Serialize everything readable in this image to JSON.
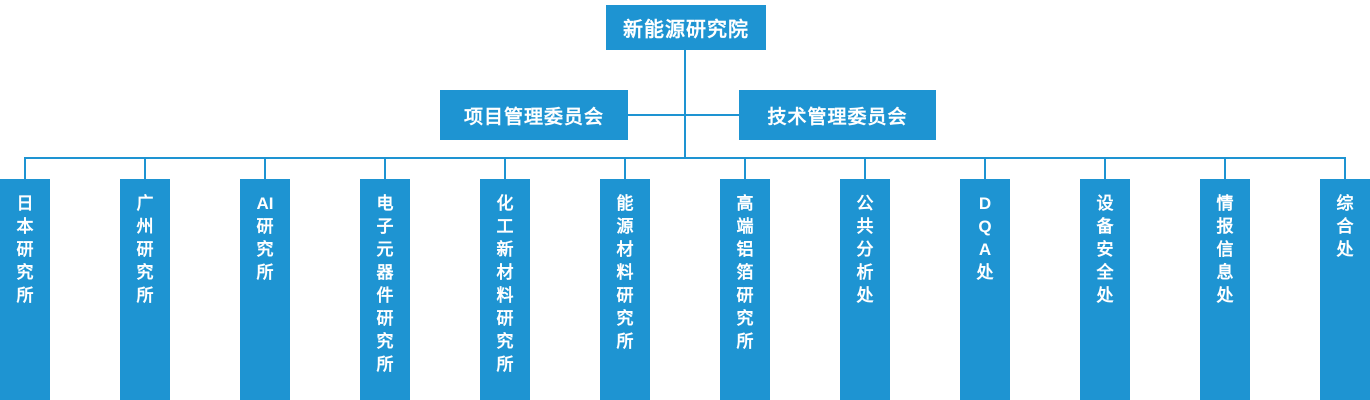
{
  "colors": {
    "accent": "#1e94d2",
    "text_on_accent": "#ffffff",
    "background": "#ffffff"
  },
  "org": {
    "root": {
      "label": "新能源研究院"
    },
    "committees": [
      {
        "label": "项目管理委员会"
      },
      {
        "label": "技术管理委员会"
      }
    ],
    "children": [
      {
        "label": "日本研究所",
        "lines": [
          "日",
          "本",
          "研",
          "究",
          "所"
        ]
      },
      {
        "label": "广州研究所",
        "lines": [
          "广",
          "州",
          "研",
          "究",
          "所"
        ]
      },
      {
        "label": "AI研究所",
        "lines": [
          "AI",
          "研",
          "究",
          "所"
        ]
      },
      {
        "label": "电子元器件研究所",
        "lines": [
          "电",
          "子",
          "元",
          "器",
          "件",
          "研",
          "究",
          "所"
        ]
      },
      {
        "label": "化工新材料研究所",
        "lines": [
          "化",
          "工",
          "新",
          "材",
          "料",
          "研",
          "究",
          "所"
        ]
      },
      {
        "label": "能源材料研究所",
        "lines": [
          "能",
          "源",
          "材",
          "料",
          "研",
          "究",
          "所"
        ]
      },
      {
        "label": "高端铝箔研究所",
        "lines": [
          "高",
          "端",
          "铝",
          "箔",
          "研",
          "究",
          "所"
        ]
      },
      {
        "label": "公共分析处",
        "lines": [
          "公",
          "共",
          "分",
          "析",
          "处"
        ]
      },
      {
        "label": "DQA处",
        "lines": [
          "D",
          "Q",
          "A",
          "处"
        ]
      },
      {
        "label": "设备安全处",
        "lines": [
          "设",
          "备",
          "安",
          "全",
          "处"
        ]
      },
      {
        "label": "情报信息处",
        "lines": [
          "情",
          "报",
          "信",
          "息",
          "处"
        ]
      },
      {
        "label": "综合处",
        "lines": [
          "综",
          "合",
          "处"
        ]
      }
    ]
  }
}
